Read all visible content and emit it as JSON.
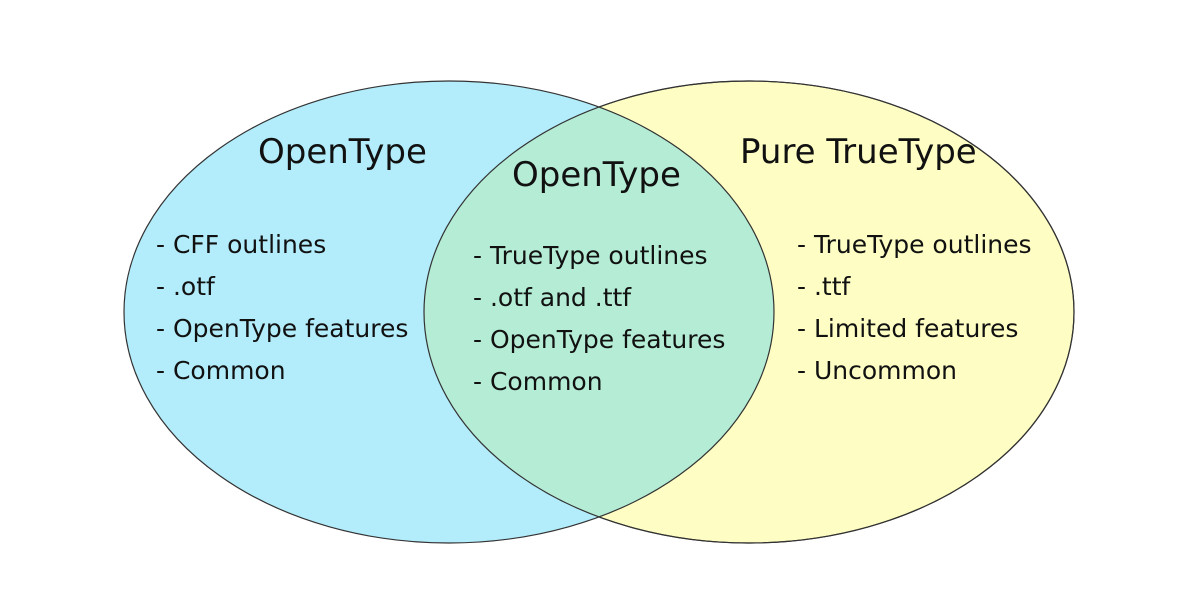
{
  "colors": {
    "left_fill": "#b3ecfa",
    "right_fill": "#fdfdc4",
    "overlap_fill": "#b4ecd5",
    "outline": "#333333",
    "text": "#111111"
  },
  "regions": {
    "left": {
      "title": "OpenType",
      "items": [
        "- CFF outlines",
        "- .otf",
        "- OpenType features",
        "- Common"
      ]
    },
    "center": {
      "title": "OpenType",
      "items": [
        "- TrueType outlines",
        "- .otf and .ttf",
        "- OpenType features",
        "- Common"
      ]
    },
    "right": {
      "title": "Pure TrueType",
      "items": [
        "- TrueType outlines",
        "- .ttf",
        "- Limited features",
        "- Uncommon"
      ]
    }
  }
}
